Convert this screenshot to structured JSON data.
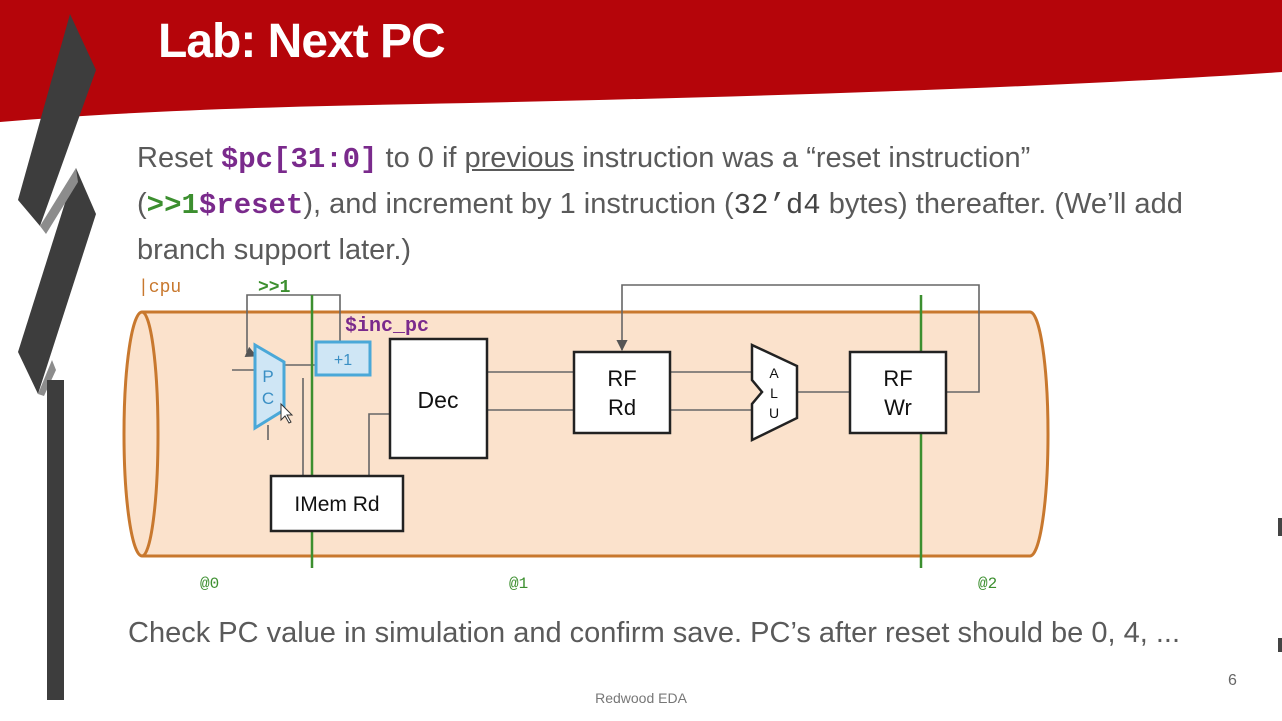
{
  "slide": {
    "title": "Lab: Next PC",
    "paragraph": {
      "t1": "Reset ",
      "pc_signal": "$pc[31:0]",
      "t2": " to 0 if ",
      "previous": "previous",
      "t3": " instruction was a “reset instruction”",
      "t4": "(",
      "reset_ahead": ">>1",
      "reset_signal": "$reset",
      "t5": "), and increment by 1 instruction (",
      "bytes_code": "32’d4",
      "t6": " bytes) thereafter. (We’ll add branch support later.)"
    },
    "check_text": "Check PC value in simulation and confirm save. PC’s after reset should be 0, 4, ...",
    "footer": "Redwood EDA",
    "page_number": "6"
  },
  "diagram": {
    "pipeline_label": "|cpu",
    "ahead_label": ">>1",
    "inc_pc_label": "$inc_pc",
    "plus_one_label": "+1",
    "pc_mux_letters": [
      "P",
      "C"
    ],
    "dec_label": "Dec",
    "imem_label": "IMem Rd",
    "rf_rd_lines": [
      "RF",
      "Rd"
    ],
    "alu_letters": [
      "A",
      "L",
      "U"
    ],
    "rf_wr_lines": [
      "RF",
      "Wr"
    ],
    "stage_labels": [
      "@0",
      "@1",
      "@2"
    ],
    "colors": {
      "banner_red": "#b5050a",
      "pipe_fill": "#fbe2cc",
      "pipe_stroke": "#c8782e",
      "stage_line": "#3c8f2f",
      "pc_blue": "#4aa8d8",
      "purple": "#7a2a8c"
    }
  }
}
